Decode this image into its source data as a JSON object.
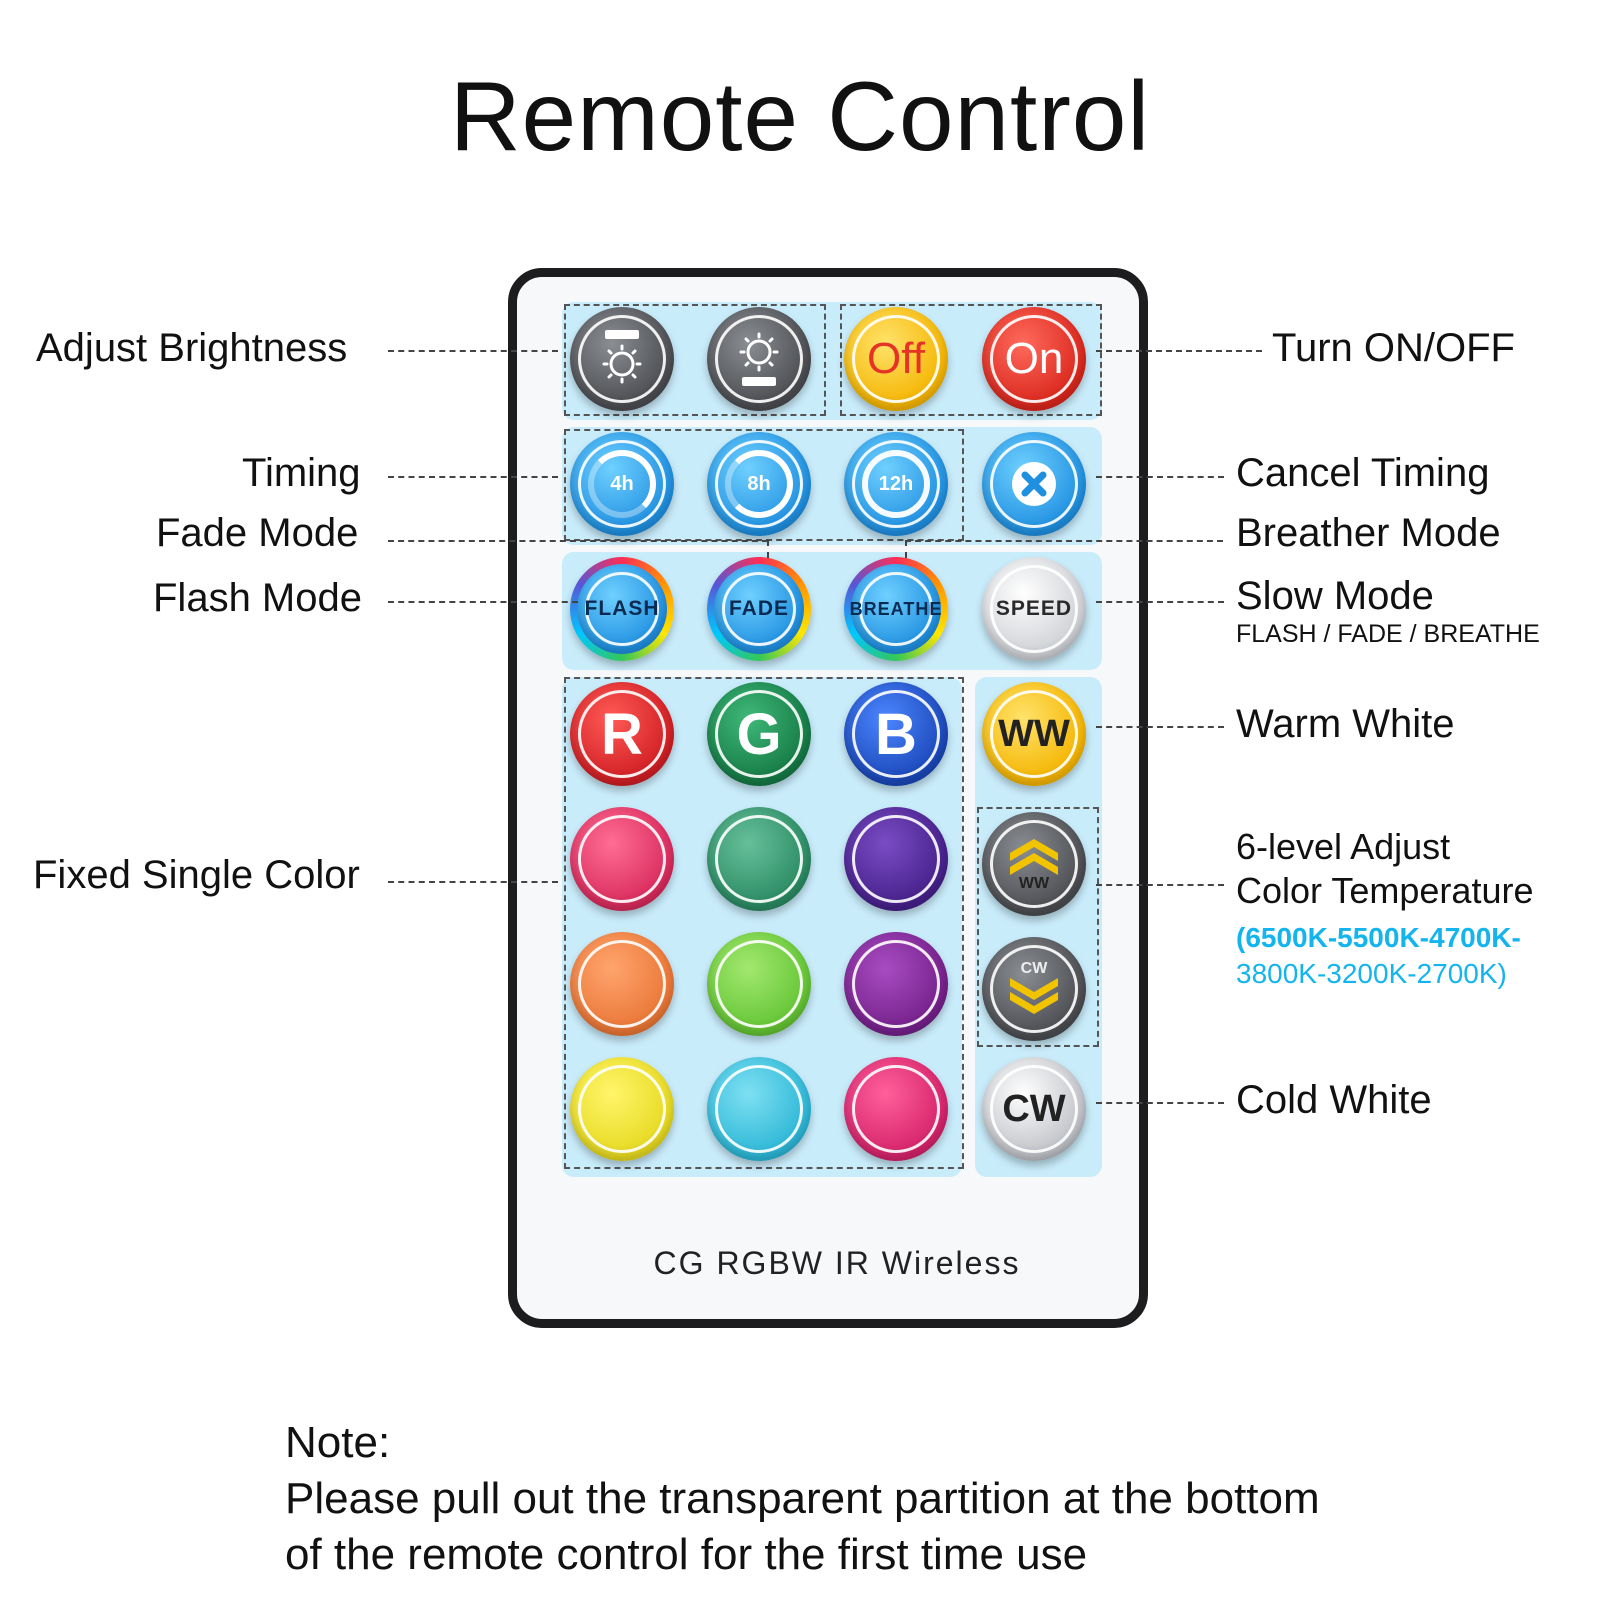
{
  "title": "Remote Control",
  "remote": {
    "model": "CG RGBW IR Wireless",
    "buttons": {
      "brightness_down_icon": "brightness-down-icon",
      "brightness_up_icon": "brightness-up-icon",
      "off": "Off",
      "on": "On",
      "timer_4h": "4h",
      "timer_8h": "8h",
      "timer_12h": "12h",
      "cancel_icon": "close-icon",
      "flash": "FLASH",
      "fade": "FADE",
      "breathe": "BREATHE",
      "speed": "SPEED",
      "red": "R",
      "green": "G",
      "blue": "B",
      "warm_white": "WW",
      "temp_ww": "WW",
      "temp_cw": "CW",
      "cold_white": "CW"
    },
    "colors": {
      "row2": [
        "#e83a6a",
        "#3aa17a",
        "#5b2b9e"
      ],
      "row3": [
        "#f2874a",
        "#7fd34a",
        "#8a2b9e"
      ],
      "row4": [
        "#f4ec3c",
        "#42c8e0",
        "#e8357a"
      ],
      "red": "#e0242c",
      "green": "#1d8f55",
      "blue": "#1f55c8",
      "panel": "#c9ecfb",
      "accent_cyan": "#14b4ee"
    }
  },
  "labels": {
    "left": {
      "adjust_brightness": "Adjust Brightness",
      "timing": "Timing",
      "fade_mode": "Fade Mode",
      "flash_mode": "Flash Mode",
      "fixed_single_color": "Fixed Single Color"
    },
    "right": {
      "turn_on_off": "Turn ON/OFF",
      "cancel_timing": "Cancel Timing",
      "breather_mode": "Breather Mode",
      "slow_mode": "Slow Mode",
      "slow_mode_sub": "FLASH / FADE / BREATHE",
      "warm_white": "Warm White",
      "color_temp_line1": "6-level Adjust",
      "color_temp_line2": "Color Temperature",
      "color_temp_values1": "(6500K-5500K-4700K-",
      "color_temp_values2": "3800K-3200K-2700K)",
      "cold_white": "Cold White"
    }
  },
  "note": {
    "heading": "Note:",
    "line1": "Please pull out the transparent partition at the bottom",
    "line2": "of the remote control for the first time use"
  }
}
